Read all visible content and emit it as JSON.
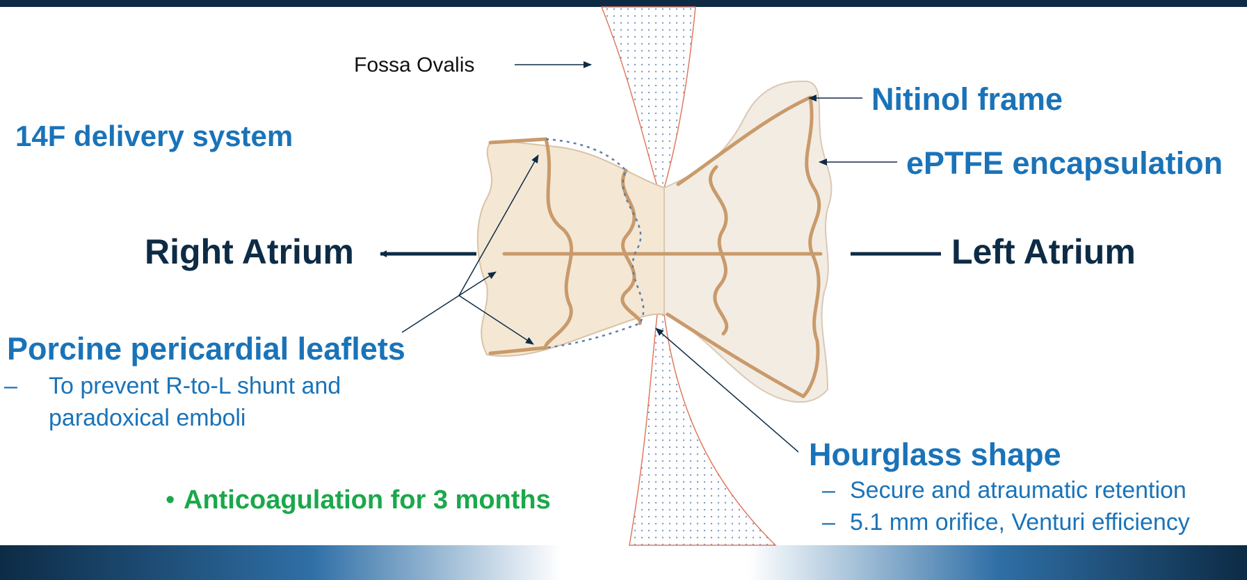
{
  "labels": {
    "fossa_ovalis": "Fossa Ovalis",
    "delivery_system": "14F delivery system",
    "nitinol_frame": "Nitinol frame",
    "eptfe_encapsulation": "ePTFE encapsulation",
    "right_atrium": "Right Atrium",
    "left_atrium": "Left Atrium",
    "porcine_title": "Porcine pericardial leaflets",
    "porcine_bullets": [
      "To prevent R-to-L shunt and",
      "paradoxical emboli"
    ],
    "anticoagulation": "Anticoagulation for 3 months",
    "hourglass_title": "Hourglass shape",
    "hourglass_bullets": [
      "Secure and atraumatic retention",
      "5.1 mm orifice, Venturi efficiency"
    ],
    "dash": "–",
    "bullet": "•"
  },
  "colors": {
    "navy": "#0d2b45",
    "blue": "#1a73b8",
    "green": "#1aa84a",
    "septum_outline": "#e07a5f",
    "frame": "#c99a6b"
  }
}
